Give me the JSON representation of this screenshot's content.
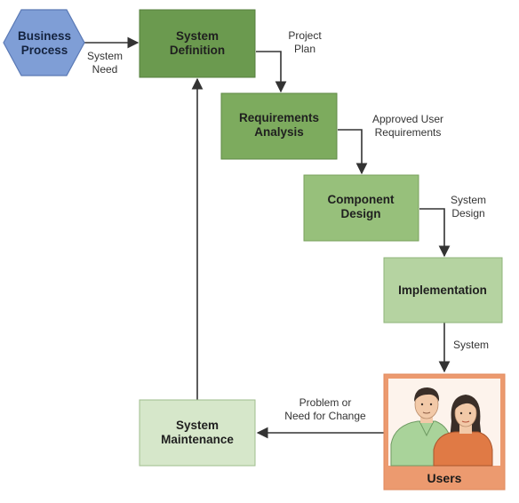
{
  "nodes": {
    "business_process": {
      "line1": "Business",
      "line2": "Process",
      "fill": "#7f9ed6",
      "stroke": "#5a79b5"
    },
    "system_definition": {
      "line1": "System",
      "line2": "Definition",
      "fill": "#6b9a4f",
      "stroke": "#557f3d"
    },
    "requirements_analysis": {
      "line1": "Requirements",
      "line2": "Analysis",
      "fill": "#7dab5e",
      "stroke": "#5f8a45"
    },
    "component_design": {
      "line1": "Component",
      "line2": "Design",
      "fill": "#97c07b",
      "stroke": "#78a15d"
    },
    "implementation": {
      "line1": "Implementation",
      "fill": "#b5d3a1",
      "stroke": "#8fb47a"
    },
    "system_maintenance": {
      "line1": "System",
      "line2": "Maintenance",
      "fill": "#d6e7ca",
      "stroke": "#9fbd8c"
    },
    "users": {
      "label": "Users",
      "fill": "#ec9a6f",
      "frame": "#e0895d",
      "photo_bg": "#fdf3ec"
    }
  },
  "edges": {
    "system_need": {
      "line1": "System",
      "line2": "Need"
    },
    "project_plan": {
      "line1": "Project",
      "line2": "Plan"
    },
    "approved_user_requirements": {
      "line1": "Approved User",
      "line2": "Requirements"
    },
    "system_design": {
      "line1": "System",
      "line2": "Design"
    },
    "system": {
      "line1": "System"
    },
    "problem_or_need_for_change": {
      "line1": "Problem or",
      "line2": "Need for Change"
    }
  },
  "colors": {
    "arrow": "#333333",
    "man_shirt": "#a9d39a",
    "woman_shirt": "#e07a45",
    "skin": "#f2c9a8",
    "hair": "#3a2e28"
  }
}
